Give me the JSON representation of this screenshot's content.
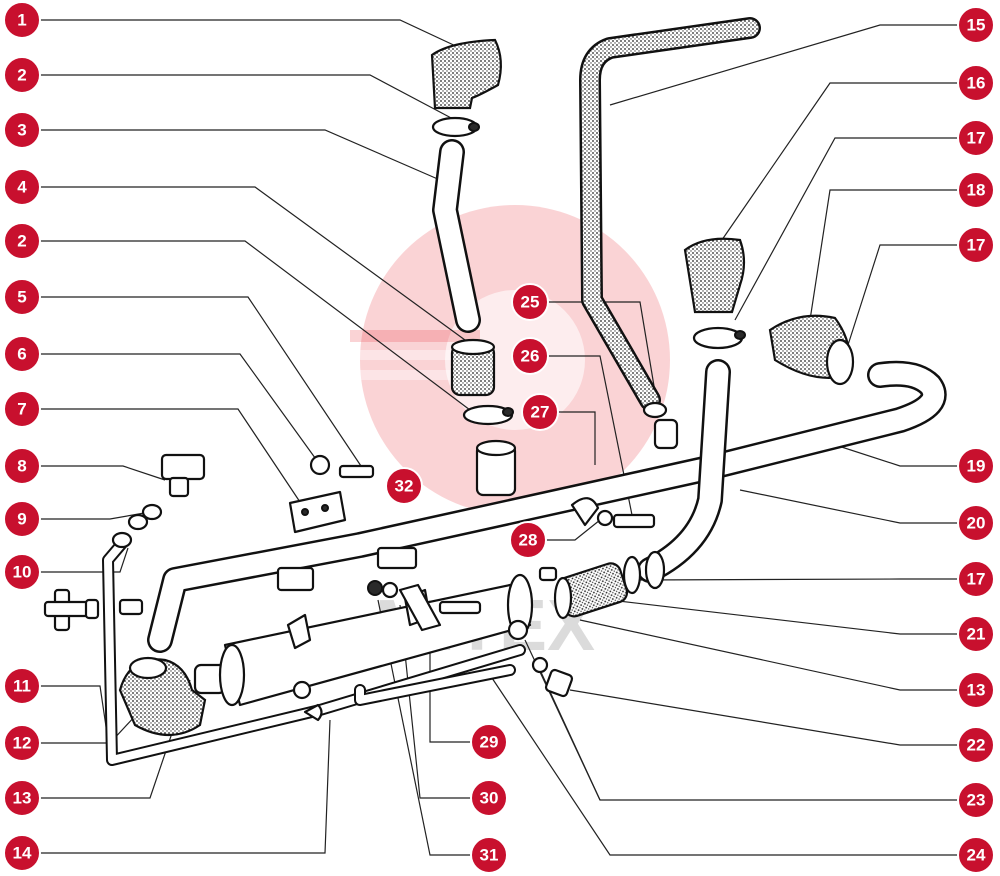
{
  "watermark": {
    "text": "MITEX"
  },
  "callouts": [
    {
      "id": "c1",
      "label": "1",
      "side": "left"
    },
    {
      "id": "c2a",
      "label": "2",
      "side": "left"
    },
    {
      "id": "c3",
      "label": "3",
      "side": "left"
    },
    {
      "id": "c4",
      "label": "4",
      "side": "left"
    },
    {
      "id": "c2b",
      "label": "2",
      "side": "left"
    },
    {
      "id": "c5",
      "label": "5",
      "side": "left"
    },
    {
      "id": "c6",
      "label": "6",
      "side": "left"
    },
    {
      "id": "c7",
      "label": "7",
      "side": "left"
    },
    {
      "id": "c8",
      "label": "8",
      "side": "left"
    },
    {
      "id": "c9",
      "label": "9",
      "side": "left"
    },
    {
      "id": "c10",
      "label": "10",
      "side": "left"
    },
    {
      "id": "c11",
      "label": "11",
      "side": "left"
    },
    {
      "id": "c12",
      "label": "12",
      "side": "left"
    },
    {
      "id": "c13a",
      "label": "13",
      "side": "left"
    },
    {
      "id": "c14",
      "label": "14",
      "side": "left"
    },
    {
      "id": "c15",
      "label": "15",
      "side": "right"
    },
    {
      "id": "c16",
      "label": "16",
      "side": "right"
    },
    {
      "id": "c17a",
      "label": "17",
      "side": "right"
    },
    {
      "id": "c18",
      "label": "18",
      "side": "right"
    },
    {
      "id": "c17b",
      "label": "17",
      "side": "right"
    },
    {
      "id": "c19",
      "label": "19",
      "side": "right"
    },
    {
      "id": "c20",
      "label": "20",
      "side": "right"
    },
    {
      "id": "c17c",
      "label": "17",
      "side": "right"
    },
    {
      "id": "c21",
      "label": "21",
      "side": "right"
    },
    {
      "id": "c13b",
      "label": "13",
      "side": "right"
    },
    {
      "id": "c22",
      "label": "22",
      "side": "right"
    },
    {
      "id": "c23",
      "label": "23",
      "side": "right"
    },
    {
      "id": "c24",
      "label": "24",
      "side": "right"
    },
    {
      "id": "c25",
      "label": "25",
      "side": "center"
    },
    {
      "id": "c26",
      "label": "26",
      "side": "center"
    },
    {
      "id": "c27",
      "label": "27",
      "side": "center"
    },
    {
      "id": "c28",
      "label": "28",
      "side": "center"
    },
    {
      "id": "c29",
      "label": "29",
      "side": "center"
    },
    {
      "id": "c30",
      "label": "30",
      "side": "center"
    },
    {
      "id": "c31",
      "label": "31",
      "side": "center"
    },
    {
      "id": "c32",
      "label": "32",
      "side": "center"
    }
  ],
  "colors": {
    "callout": "#c8102e",
    "line": "#222222",
    "watermark": "#e8373f"
  }
}
